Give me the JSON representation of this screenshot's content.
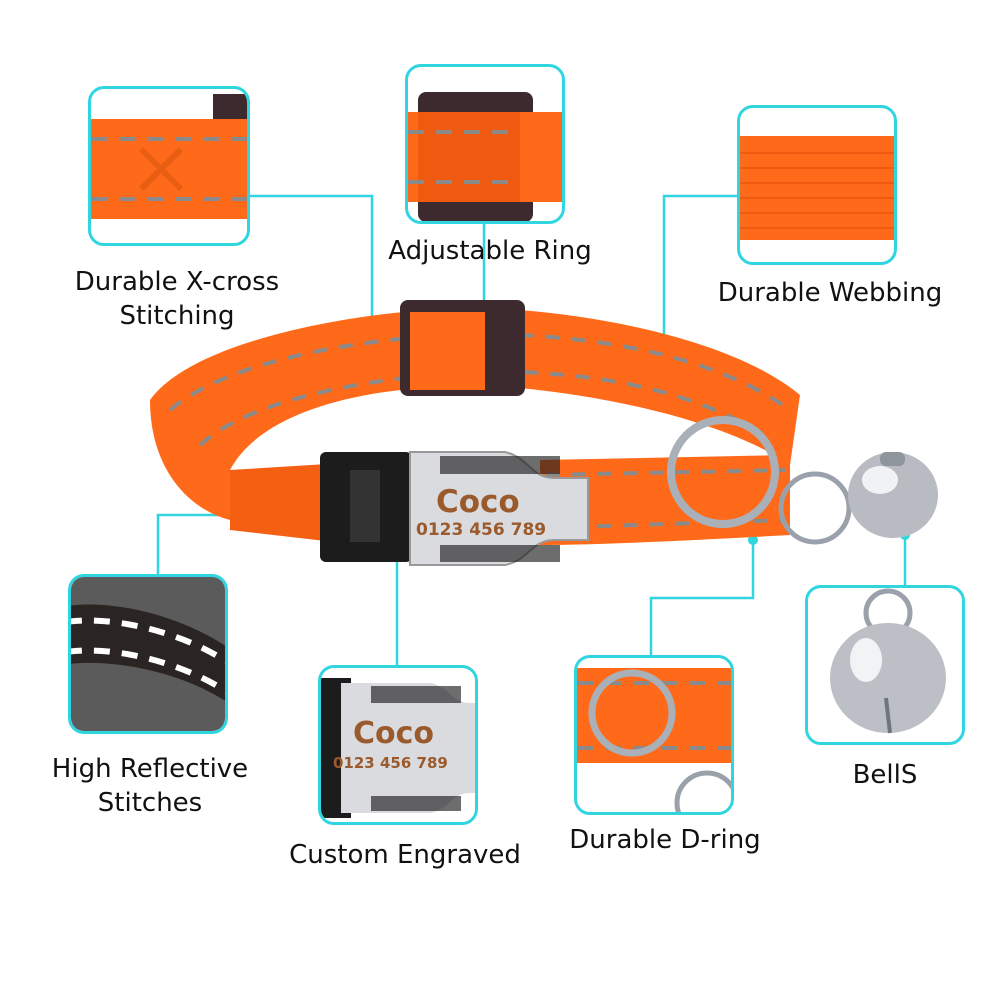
{
  "features": {
    "x_cross": "Durable X-cross\nStitching",
    "ring": "Adjustable Ring",
    "webbing": "Durable Webbing",
    "reflective": "High Reflective\nStitches",
    "engraved": "Custom Engraved",
    "dring": "Durable D-ring",
    "bells": "BellS"
  },
  "tag": {
    "name": "Coco",
    "phone": "0123 456 789"
  },
  "colors": {
    "collar": "#ff6a1a",
    "stitch": "#8a8a8a",
    "callout": "#2fd6e0",
    "engrave": "#9a5a2c"
  }
}
